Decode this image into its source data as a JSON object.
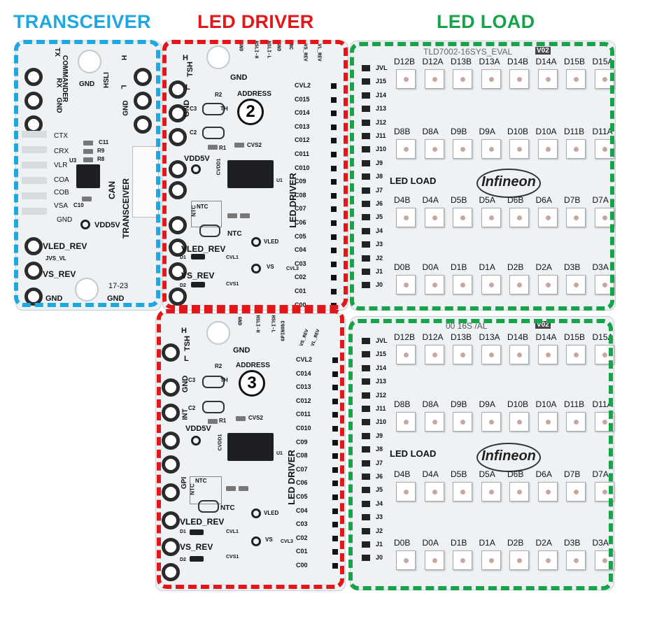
{
  "headers": {
    "transceiver": "TRANSCEIVER",
    "led_driver": "LED DRIVER",
    "led_load": "LED LOAD"
  },
  "colors": {
    "transceiver": "#1fa7e0",
    "led_driver": "#e3171a",
    "led_load": "#16a34a"
  },
  "transceiver": {
    "labels": [
      "TX",
      "COMMANDER",
      "RX",
      "GND",
      "GND",
      "H",
      "HSLI",
      "L",
      "GND",
      "H",
      "CTX",
      "CRX",
      "VLR",
      "COA",
      "COB",
      "VSA",
      "GND",
      "CAN",
      "TRANSCEIVER",
      "VDD5V",
      "VLED_REV",
      "JVS_VL",
      "VS_REV",
      "GND",
      "GND",
      "17-23"
    ],
    "parts": [
      "U3",
      "C11",
      "R9",
      "R8",
      "C10"
    ]
  },
  "driver_top": {
    "address_label": "ADDRESS",
    "address_number": "2",
    "top_labels": [
      "GND",
      "HSLI-H",
      "HSLI-L",
      "GND",
      "NC",
      "VS_REV",
      "VL_REV"
    ],
    "left_labels": [
      "H",
      "TSH",
      "L",
      "GND",
      "GND"
    ],
    "mid_labels": [
      "R2",
      "C3",
      "TH",
      "C2",
      "R1",
      "CVS2",
      "VDD5V",
      "CVDD1",
      "U1",
      "NTC",
      "NTC",
      "NTC",
      "VLED",
      "VLED_REV",
      "VS",
      "VS_REV",
      "D1",
      "D2",
      "CVS1",
      "CVL1",
      "CVL3",
      "LED DRIVER"
    ],
    "channels": [
      "CVL2",
      "C015",
      "C014",
      "C013",
      "C012",
      "C011",
      "C010",
      "C09",
      "C08",
      "C07",
      "C06",
      "C05",
      "C04",
      "C03",
      "C02",
      "C01",
      "C00"
    ]
  },
  "driver_bottom": {
    "address_label": "ADDRESS",
    "address_number": "3",
    "top_labels": [
      "GND",
      "HSLI-H",
      "HSLI-L",
      "GPIN0b3",
      "VS_REV",
      "VL_REV"
    ],
    "left_labels": [
      "H",
      "TSH",
      "L",
      "GND",
      "INT",
      "GPI",
      "GND"
    ],
    "mid_labels": [
      "R2",
      "C3",
      "TH",
      "C2",
      "R1",
      "CVS2",
      "VDD5V",
      "CVDD1",
      "U1",
      "NTC",
      "NTC",
      "NTC",
      "VLED",
      "VLED_REV",
      "VS",
      "VS_REV",
      "D1",
      "D2",
      "CVS1",
      "CVL1",
      "CVL3",
      "LED DRIVER"
    ],
    "channels": [
      "CVL2",
      "C014",
      "C013",
      "C012",
      "C011",
      "C010",
      "C09",
      "C08",
      "C07",
      "C06",
      "C05",
      "C04",
      "C03",
      "C02",
      "C01",
      "C00"
    ]
  },
  "load_top": {
    "title": "TLD7002-16SYS_EVAL",
    "title_badge": "V02",
    "jumpers": [
      "JVL",
      "J15",
      "J14",
      "J13",
      "J12",
      "J11",
      "J10",
      "J9",
      "J8",
      "J7",
      "J6",
      "J5",
      "J4",
      "J3",
      "J2",
      "J1",
      "J0"
    ],
    "rows": [
      [
        "D12B",
        "D12A",
        "D13B",
        "D13A",
        "D14B",
        "D14A",
        "D15B",
        "D15A"
      ],
      [
        "D8B",
        "D8A",
        "D9B",
        "D9A",
        "D10B",
        "D10A",
        "D11B",
        "D11A"
      ],
      [
        "D4B",
        "D4A",
        "D5B",
        "D5A",
        "D6B",
        "D6A",
        "D7B",
        "D7A"
      ],
      [
        "D0B",
        "D0A",
        "D1B",
        "D1A",
        "D2B",
        "D2A",
        "D3B",
        "D3A"
      ]
    ],
    "caption": "LED LOAD",
    "logo": "Infineon"
  },
  "load_bottom": {
    "title": "00 16S /AL",
    "title_badge": "V02",
    "jumpers": [
      "JVL",
      "J15",
      "J14",
      "J13",
      "J12",
      "J11",
      "J10",
      "J9",
      "J8",
      "J7",
      "J6",
      "J5",
      "J4",
      "J3",
      "J2",
      "J1",
      "J0"
    ],
    "rows": [
      [
        "D12B",
        "D12A",
        "D13B",
        "D13A",
        "D14B",
        "D14A",
        "D15B",
        "D15A"
      ],
      [
        "D8B",
        "D8A",
        "D9B",
        "D9A",
        "D10B",
        "D10A",
        "D11B",
        "D11A"
      ],
      [
        "D4B",
        "D4A",
        "D5B",
        "D5A",
        "D6B",
        "D6A",
        "D7B",
        "D7A"
      ],
      [
        "D0B",
        "D0A",
        "D1B",
        "D1A",
        "D2B",
        "D2A",
        "D3B",
        "D3A"
      ]
    ],
    "caption": "LED LOAD",
    "logo": "Infineon"
  }
}
